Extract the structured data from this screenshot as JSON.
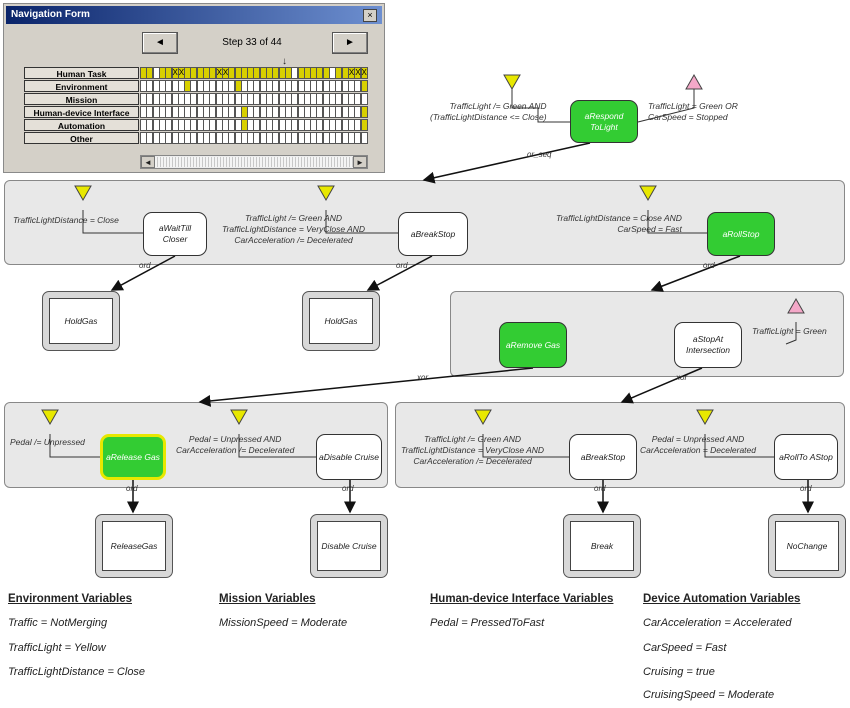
{
  "nav_form": {
    "title": "Navigation Form",
    "close_label": "×",
    "prev_label": "◄",
    "next_label": "►",
    "step_label": "Step 33 of 44",
    "rows": [
      "Human Task",
      "Environment",
      "Mission",
      "Human-device Interface",
      "Automation",
      "Other"
    ],
    "grid": [
      "yywyyXXyyyyyXXyyyyyyyyyywyyyyywyyXXX",
      "wwwwwwwywwwwwwwywwwwwwwwwwwwwwwwwwwy",
      "wwwwwwwwwwwwwwwwwwwwwwwwwwwwwwwwwwww",
      "wwwwwwwwwwwwwwwwywwwwwwwwwwwwwwwwwwy",
      "wwwwwwwwwwwwwwwwywwwwwwwwwwwwwwwwwwy",
      "wwwwwwwwwwwwwwwwwwwwwwwwwwwwwwwwwwww"
    ],
    "marker": "↓",
    "scroll_left": "◄",
    "scroll_right": "►"
  },
  "diagram": {
    "nodes": {
      "respond": "aRespond ToLight",
      "waittill": "aWaitTill Closer",
      "breakstop1": "aBreakStop",
      "rollstop": "aRollStop",
      "holdgas1": "HoldGas",
      "holdgas2": "HoldGas",
      "removegas": "aRemove Gas",
      "stopat": "aStopAt Intersection",
      "releasegas": "aRelease Gas",
      "disablecruise": "aDisable Cruise",
      "breakstop2": "aBreakStop",
      "rolltostop": "aRollTo AStop",
      "releasegas_act": "ReleaseGas",
      "disablecruise_act": "Disable Cruise",
      "break_act": "Break",
      "nochange_act": "NoChange"
    },
    "conditions": {
      "respond_pre": "TrafficLight /= Green AND\n(TrafficLightDistance <= Close)",
      "respond_post": "TrafficLight = Green OR\nCarSpeed = Stopped",
      "waittill_pre": "TrafficLightDistance = Close",
      "breakstop1_pre": "TrafficLight /= Green AND\nTrafficLightDistance = VeryClose AND\nCarAcceleration /= Decelerated",
      "rollstop_pre": "TrafficLightDistance = Close AND\nCarSpeed = Fast",
      "stopat_post": "TrafficLight = Green",
      "releasegas_pre": "Pedal /= Unpressed",
      "disablecruise_pre": "Pedal = Unpressed AND\nCarAcceleration /= Decelerated",
      "breakstop2_pre": "TrafficLight /= Green AND\nTrafficLightDistance = VeryClose AND\nCarAcceleration /= Decelerated",
      "rolltostop_pre": "Pedal = Unpressed AND\nCarAcceleration = Decelerated"
    },
    "edges": {
      "or_seq": "or_seq",
      "ord": "ord",
      "xor": "xor"
    }
  },
  "variables": [
    {
      "heading": "Environment Variables",
      "items": [
        "Traffic = NotMerging",
        "TrafficLight = Yellow",
        "TrafficLightDistance = Close"
      ]
    },
    {
      "heading": "Mission Variables",
      "items": [
        "MissionSpeed = Moderate"
      ]
    },
    {
      "heading": "Human-device Interface Variables",
      "items": [
        "Pedal = PressedToFast"
      ]
    },
    {
      "heading": "Device Automation Variables",
      "items": [
        "CarAcceleration = Accelerated",
        "CarSpeed = Fast",
        "Cruising = true",
        "CruisingSpeed = Moderate"
      ]
    }
  ],
  "colors": {
    "active_node": "#33cc33",
    "highlight_border": "#e8e800",
    "precondition_triangle": "#e8e800",
    "postcondition_triangle": "#f4a8c8",
    "grid_marked": "#d8d000"
  }
}
